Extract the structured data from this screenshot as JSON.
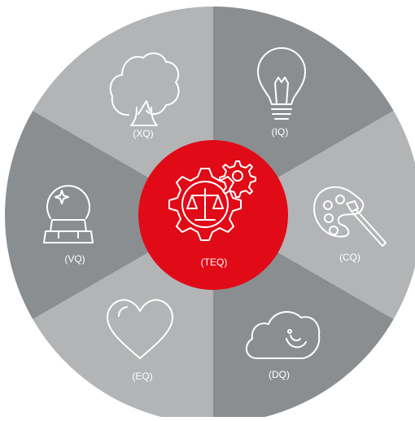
{
  "colors": {
    "dark_gray": "#8b8e90",
    "light_gray": "#b2b4b6",
    "accent_red": "#e10a17",
    "line_white": "#ffffff"
  },
  "segments": [
    {
      "label": "(IQ)",
      "icon": "lightbulb-icon",
      "shade": "dark"
    },
    {
      "label": "(CQ)",
      "icon": "paint-palette-icon",
      "shade": "light"
    },
    {
      "label": "(DQ)",
      "icon": "cloud-dream-icon",
      "shade": "dark"
    },
    {
      "label": "(EQ)",
      "icon": "heart-icon",
      "shade": "light"
    },
    {
      "label": "(VQ)",
      "icon": "crystal-ball-icon",
      "shade": "dark"
    },
    {
      "label": "(XQ)",
      "icon": "tree-icon",
      "shade": "light"
    }
  ],
  "center": {
    "label": "(TEQ)",
    "icon": "gear-scales-icon"
  }
}
